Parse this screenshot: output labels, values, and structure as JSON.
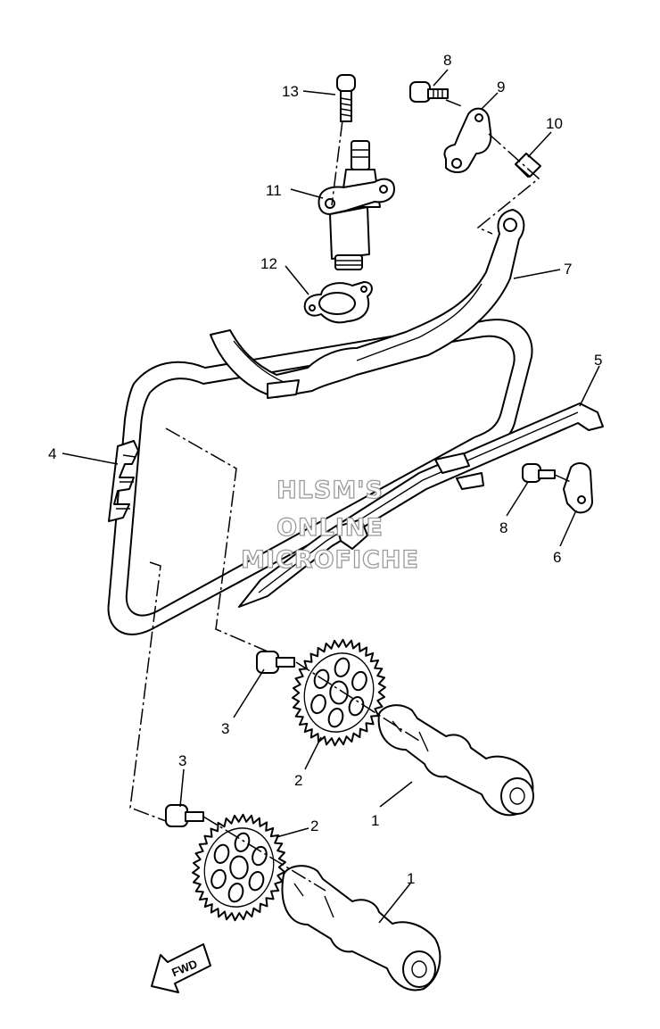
{
  "watermark": {
    "line1": "HLSM'S",
    "line2": "ONLINE",
    "line3": "MICROFICHE"
  },
  "fwd_label": "FWD",
  "callouts": [
    "1",
    "1",
    "2",
    "2",
    "3",
    "3",
    "4",
    "5",
    "6",
    "7",
    "8",
    "8",
    "9",
    "10",
    "11",
    "12",
    "13"
  ]
}
